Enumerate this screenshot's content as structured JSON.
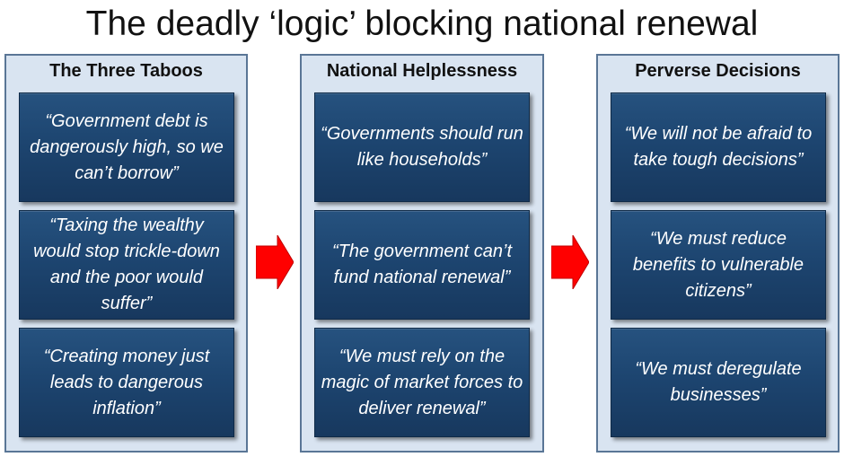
{
  "title": "The deadly ‘logic’ blocking national renewal",
  "columns": [
    {
      "heading": "The Three Taboos",
      "items": [
        "“Government debt is dangerously high, so we can’t borrow”",
        "“Taxing the wealthy would stop trickle-down and the poor would suffer”",
        "“Creating money just leads to dangerous inflation”"
      ]
    },
    {
      "heading": "National Helplessness",
      "items": [
        "“Governments should run like households”",
        "“The government can’t fund national renewal”",
        "“We must rely on the magic of market forces to deliver renewal”"
      ]
    },
    {
      "heading": "Perverse Decisions",
      "items": [
        "“We will not be afraid to take tough decisions”",
        "“We must reduce benefits to vulnerable citizens”",
        "“We must deregulate businesses”"
      ]
    }
  ],
  "colors": {
    "column_fill": "#d9e4f1",
    "column_border": "#5a7696",
    "card_fill": "#1d4570",
    "arrow_fill": "#ff0000"
  }
}
